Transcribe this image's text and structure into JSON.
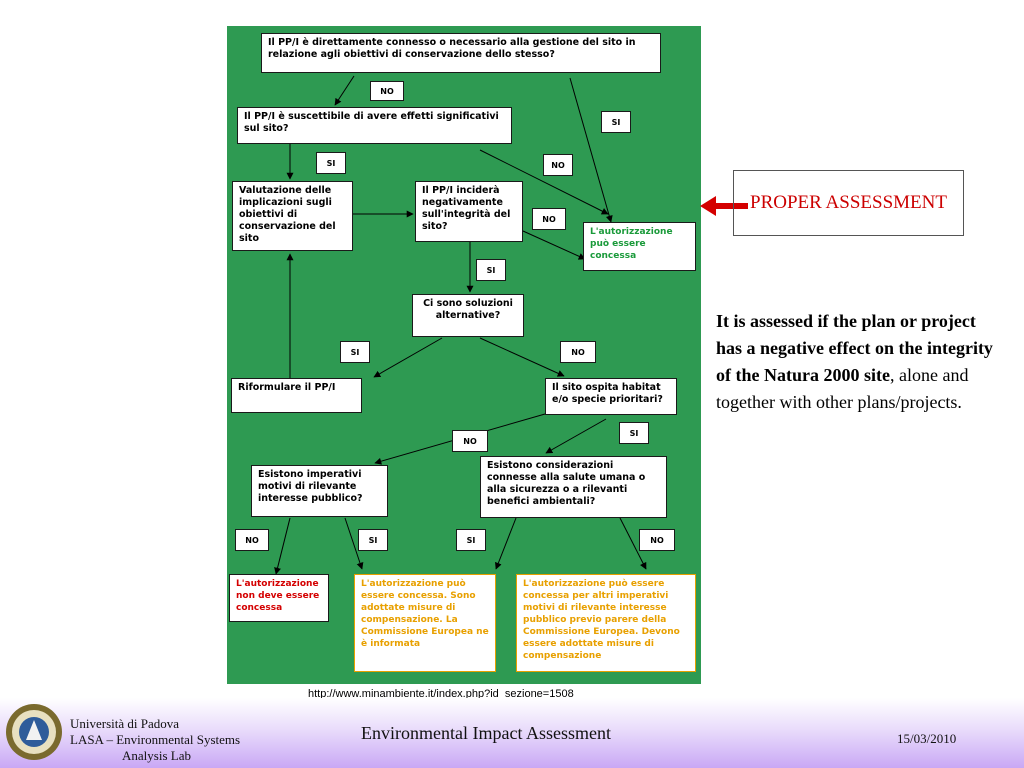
{
  "flowchart": {
    "q1": "Il PP/I è direttamente connesso o necessario alla gestione del sito in relazione agli obiettivi di conservazione dello stesso?",
    "q2": "Il PP/I è suscettibile di avere effetti significativi sul sito?",
    "q3": "Valutazione delle implicazioni sugli obiettivi di conservazione del sito",
    "q4": "Il PP/I inciderà negativamente sull'integrità del sito?",
    "q5": "Ci sono soluzioni alternative?",
    "q6": "Riformulare il PP/I",
    "q7": "Il sito ospita habitat e/o specie prioritari?",
    "q8": "Esistono imperativi motivi di rilevante interesse pubblico?",
    "q9": "Esistono considerazioni connesse alla salute umana o alla sicurezza o a rilevanti benefici ambientali?",
    "out_granted": "L'autorizzazione può essere concessa",
    "out_denied": "L'autorizzazione non deve essere concessa",
    "out_compensation": "L'autorizzazione può essere concessa. Sono adottate misure di compensazione. La Commissione Europea ne è informata",
    "out_commission": "L'autorizzazione può essere concessa per altri imperativi motivi di rilevante interesse pubblico previo parere della Commissione Europea. Devono essere adottate misure di compensazione",
    "labels": {
      "no": "NO",
      "si": "SI"
    }
  },
  "callout": {
    "text": "PROPER ASSESSMENT",
    "color": "#cc0000"
  },
  "description": {
    "bold": "It is assessed if the plan or project has a negative effect on the integrity of the Natura 2000 site",
    "rest": ", alone and together with other plans/projects."
  },
  "source_url": "http://www.minambiente.it/index.php?id_sezione=1508",
  "footer": {
    "uni_line1": "Università di Padova",
    "uni_line2": "LASA – Environmental Systems",
    "uni_line3": "Analysis Lab",
    "title": "Environmental Impact Assessment",
    "date": "15/03/2010"
  },
  "colors": {
    "flow_bg": "#2e9a52",
    "green_text": "#1a9a3a",
    "red_text": "#d40000",
    "orange_text": "#e8a000",
    "footer_purple": "#c9a8f5"
  }
}
